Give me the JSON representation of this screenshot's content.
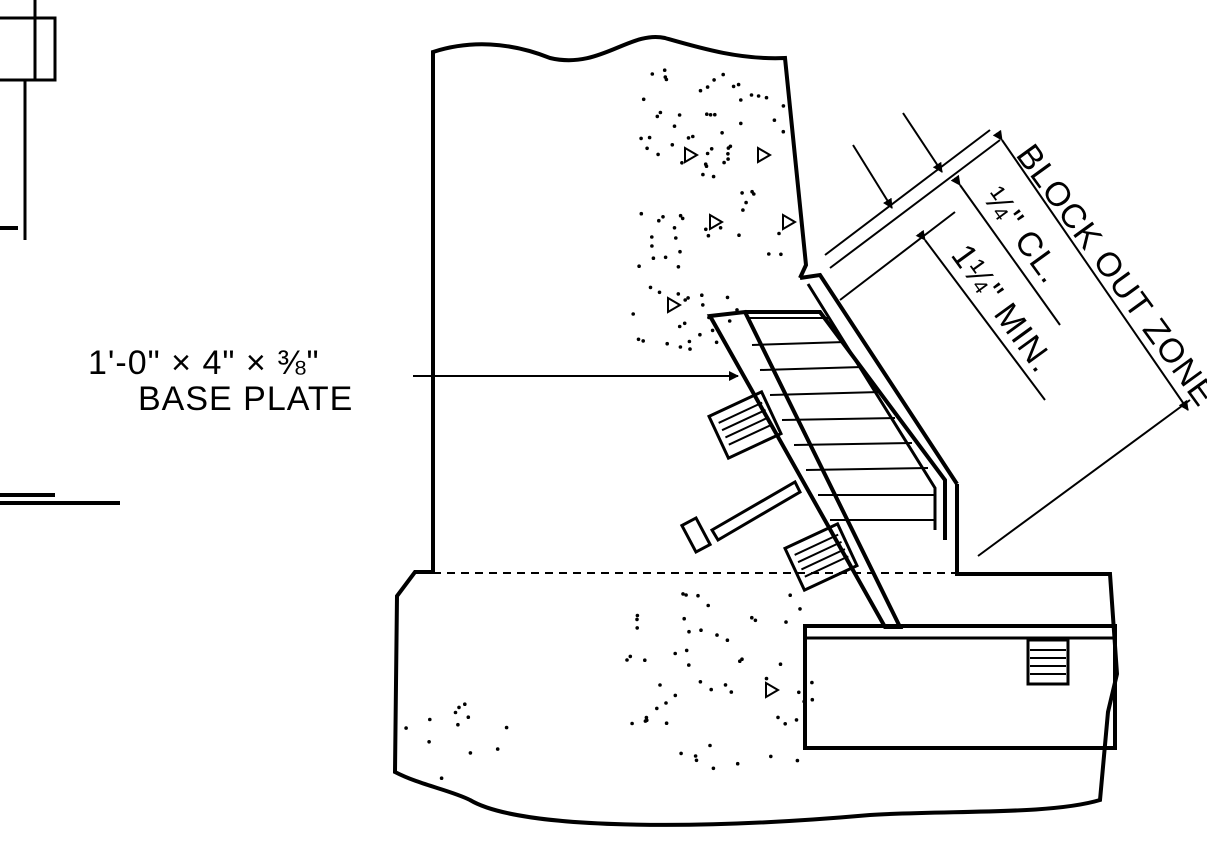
{
  "labels": {
    "base_plate_line1": "1'-0\" × 4\" × ⅜\"",
    "base_plate_line2": "BASE PLATE",
    "block_out_zone": "BLOCK OUT ZONE",
    "clearance": "¼\" CL.",
    "minimum": "1¼\" MIN."
  },
  "colors": {
    "line": "#000000",
    "background": "#ffffff"
  }
}
